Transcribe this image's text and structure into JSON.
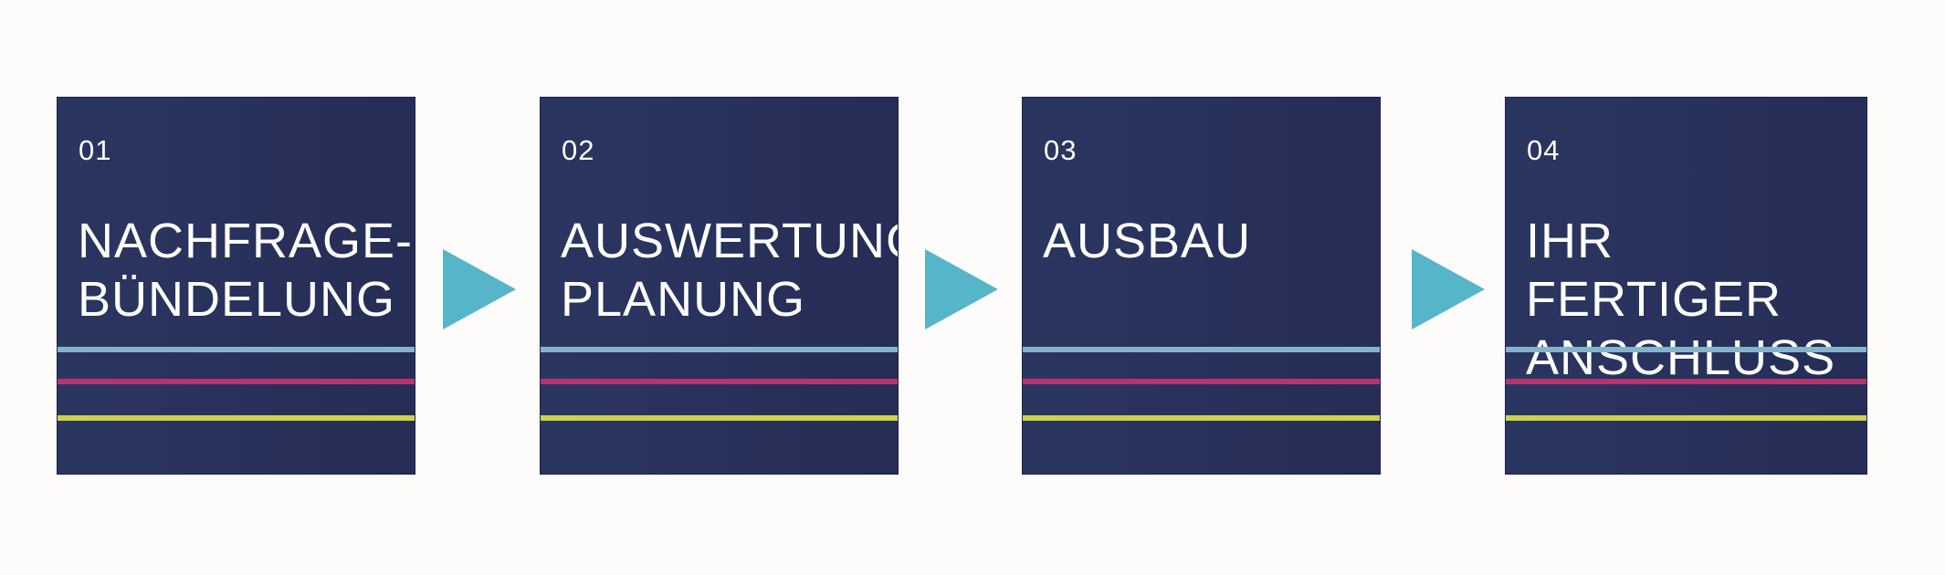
{
  "steps": [
    {
      "number": "01",
      "title": "NACHFRAGE-\nBÜNDELUNG"
    },
    {
      "number": "02",
      "title": "AUSWERTUNG\nPLANUNG"
    },
    {
      "number": "03",
      "title": "AUSBAU"
    },
    {
      "number": "04",
      "title": "IHR FERTIGER\nANSCHLUSS"
    }
  ],
  "colors": {
    "box": "#28315b",
    "arrow": "#56b5c9",
    "line_blue": "#86b3cc",
    "line_pink": "#b3366f",
    "line_yellow": "#cdd24a"
  }
}
